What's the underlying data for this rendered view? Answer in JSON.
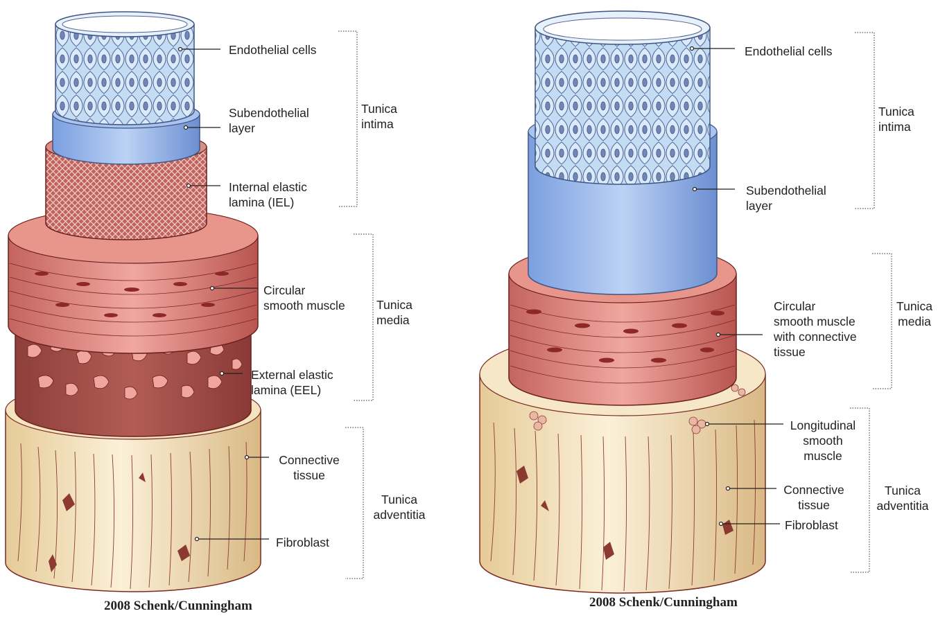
{
  "left": {
    "labels": {
      "endothelial_cells": "Endothelial cells",
      "subendothelial_layer": "Subendothelial\nlayer",
      "internal_elastic_lamina": "Internal elastic\nlamina (IEL)",
      "circular_smooth_muscle": "Circular\nsmooth muscle",
      "external_elastic_lamina": "External elastic\nlamina (EEL)",
      "connective_tissue": "Connective\ntissue",
      "fibroblast": "Fibroblast"
    },
    "groups": {
      "tunica_intima": "Tunica\nintima",
      "tunica_media": "Tunica\nmedia",
      "tunica_adventitia": "Tunica\nadventitia"
    },
    "credit": "2008 Schenk/Cunningham"
  },
  "right": {
    "labels": {
      "endothelial_cells": "Endothelial cells",
      "subendothelial_layer": "Subendothelial\nlayer",
      "circular_smooth_muscle": "Circular\nsmooth muscle\nwith connective\ntissue",
      "longitudinal_smooth_muscle": "Longitudinal\nsmooth\nmuscle",
      "connective_tissue": "Connective\ntissue",
      "fibroblast": "Fibroblast"
    },
    "groups": {
      "tunica_intima": "Tunica\nintima",
      "tunica_media": "Tunica\nmedia",
      "tunica_adventitia": "Tunica\nadventitia"
    },
    "credit": "2008 Schenk/Cunningham"
  },
  "colors": {
    "endothelium": "#b9d3ee",
    "cell_nucleus": "#6f86b5",
    "subendothelium": "#8fb1e8",
    "iel": "#c0605e",
    "smooth_muscle": "#d98780",
    "muscle_nucleus": "#8e2727",
    "eel": "#9e4d47",
    "adventitia": "#f0dcb3",
    "outline": "#6b1f1f"
  }
}
